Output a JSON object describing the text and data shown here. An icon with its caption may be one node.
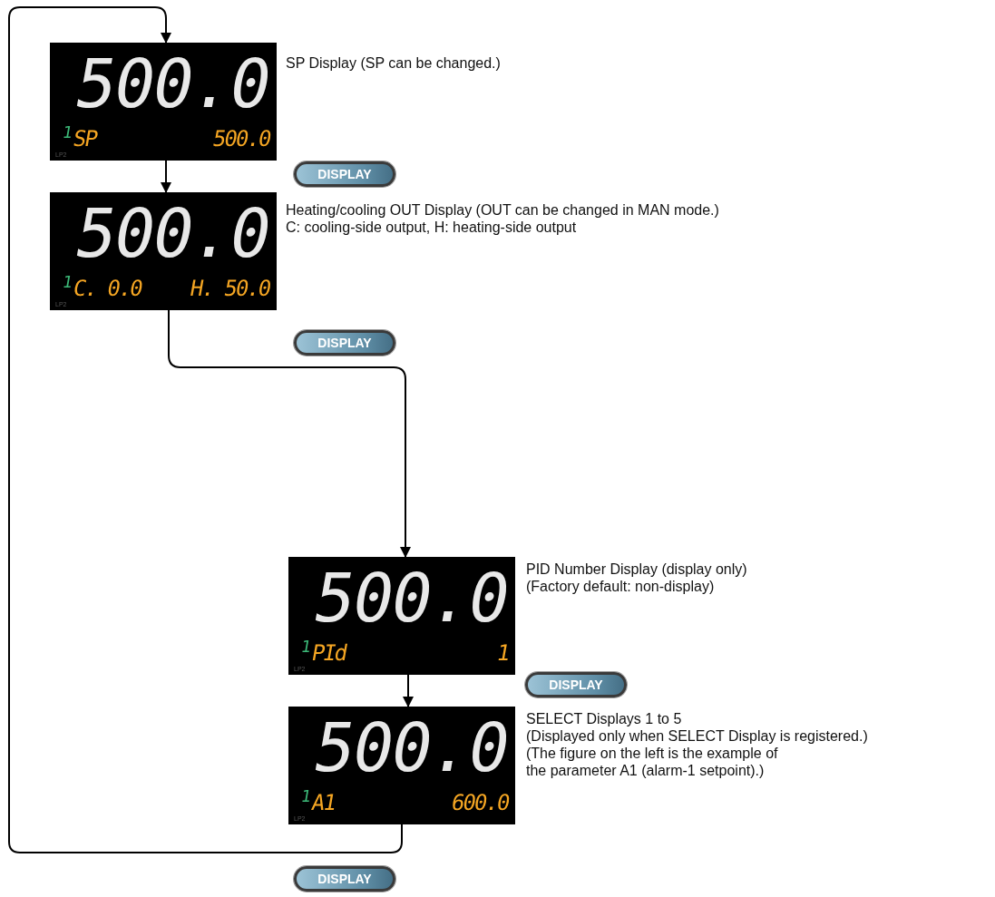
{
  "diagram": {
    "nodes": [
      {
        "text": [
          "500.0",
          "1",
          "SP",
          "500.0",
          "LP2"
        ],
        "beside": [
          "SP Display (SP can be changed.)"
        ]
      },
      {
        "text": [
          "500.0",
          "1",
          "C. 0.0",
          "H. 50.0",
          "LP2"
        ],
        "beside": [
          "Heating/cooling OUT Display (OUT can be changed in MAN mode.)",
          "C: cooling-side output, H: heating-side output"
        ]
      },
      {
        "text": [
          "500.0",
          "1",
          "PId",
          "1",
          "LP2"
        ],
        "beside": [
          "PID Number Display (display only)",
          "(Factory default: non-display)"
        ]
      },
      {
        "text": [
          "500.0",
          "1",
          "A1",
          "600.0",
          "LP2"
        ],
        "beside": [
          "SELECT Displays 1 to 5",
          "(Displayed only when SELECT Display is registered.)",
          "(The figure on the left is the example of the parameter A1 (alarm-1 setpoint).)"
        ]
      }
    ],
    "edges": [
      {
        "from": 3,
        "to": 0,
        "arrow": "to"
      },
      {
        "from": 0,
        "to": 1,
        "arrow": "to"
      },
      {
        "from": 1,
        "to": 2,
        "arrow": "to"
      },
      {
        "from": 2,
        "to": 3,
        "arrow": "to"
      }
    ],
    "labels": [
      "DISPLAY",
      "DISPLAY",
      "DISPLAY",
      "DISPLAY"
    ]
  }
}
